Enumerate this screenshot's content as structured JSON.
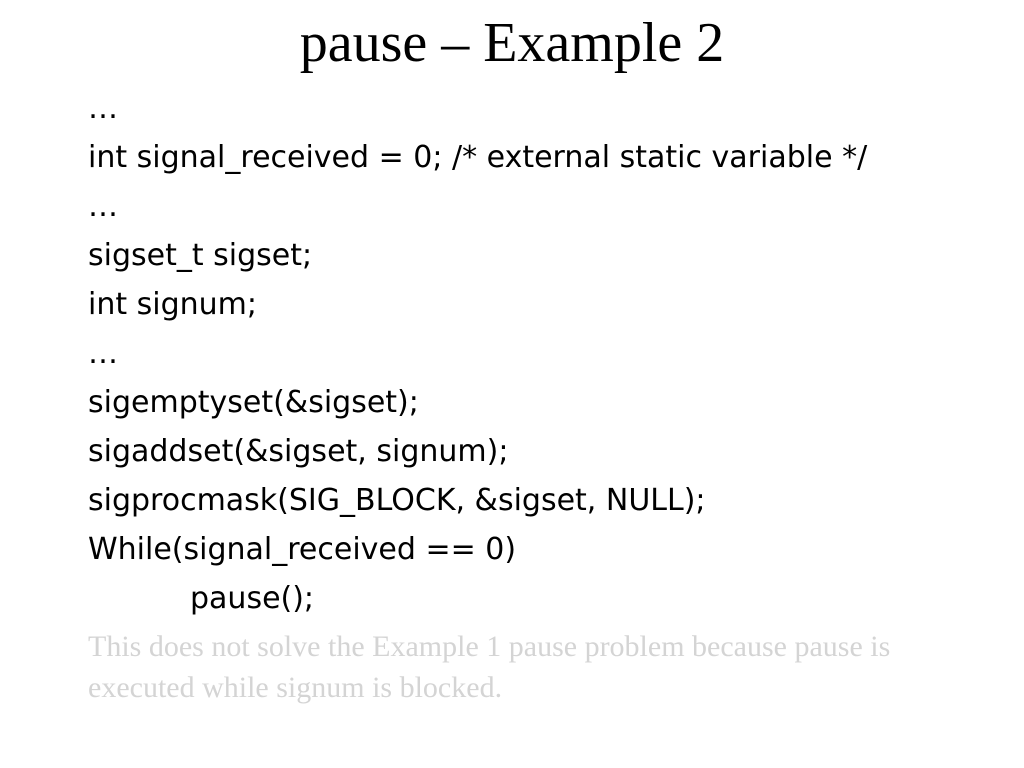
{
  "slide": {
    "title": "pause – Example 2",
    "code_lines": [
      "…",
      "int signal_received = 0; /* external static variable */",
      "…",
      "sigset_t sigset;",
      "int signum;",
      "…",
      "sigemptyset(&sigset);",
      "sigaddset(&sigset, signum);",
      "sigprocmask(SIG_BLOCK, &sigset, NULL);",
      "While(signal_received == 0)",
      "pause();"
    ],
    "note_lines": [
      "This does not solve the Example 1 pause problem because pause is",
      "executed while signum is blocked."
    ],
    "colors": {
      "text": "#000000",
      "note_text": "#d4d4d4",
      "background": "#ffffff"
    }
  }
}
